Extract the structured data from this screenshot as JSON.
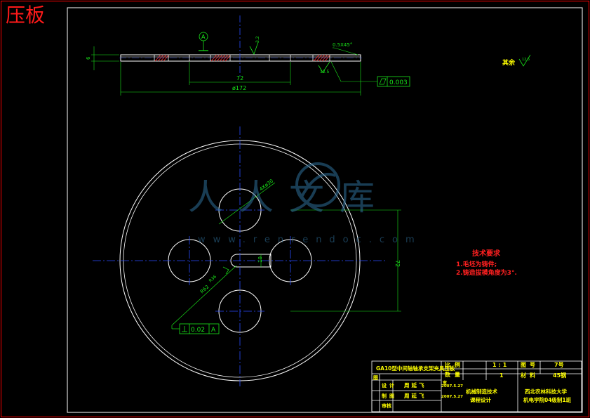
{
  "drawing": {
    "title_stamp": "压板",
    "colors": {
      "background": "#000000",
      "outline": "#ffffff",
      "center": "#2a4cff",
      "dimension": "#19e619",
      "hatch": "#ff2a2a",
      "note": "#ff2020",
      "text": "#ffff00",
      "frame": "#ff0000"
    },
    "side_view": {
      "datum_label": "A",
      "thickness_label": "6",
      "chamfer_label": "0.5X45°",
      "roughness_top_value": "3.2",
      "roughness_bottom_value": "12.5",
      "hole_span_label": "72",
      "diameter_label": "ø172",
      "flatness_value": "0.003"
    },
    "front_view": {
      "hole_dia_label": "4Xø30",
      "slot_width_label": "10",
      "hole_span_label": "72",
      "radius_label": "R36",
      "radius2_label": "R62",
      "perpendicular_value": "0.02",
      "perpendicular_datum": "A"
    },
    "other_roughness": {
      "label": "其余",
      "value": "12.5"
    },
    "notes": {
      "heading": "技术要求",
      "items": [
        "1.毛坯为铸件;",
        "2.铸造拔模角度为3°."
      ]
    },
    "watermark": {
      "text": "人人文库",
      "url": "www.renrendoc.com"
    },
    "title_block": {
      "part_title": "GA10型中间轴轴承支架夹具压板",
      "scale_label": "比例",
      "scale_value": "1:1",
      "count_label": "数量",
      "count_value": "1",
      "sheet_label": "图号",
      "sheet_value": "7号",
      "material_label": "材料",
      "material_value": "45钢",
      "drawing_label": "图",
      "design_label": "设计",
      "design_name": "周延飞",
      "design_date": "2007.5.27",
      "draw_label": "制图",
      "draw_name": "周延飞",
      "draw_date": "2007.5.27",
      "review_label": "审核",
      "course_line1": "机械制造技术",
      "course_line2": "课程设计",
      "school_line1": "西北农林科技大学",
      "school_line2": "机电学院04级制1班",
      "side_mark": "室"
    }
  }
}
